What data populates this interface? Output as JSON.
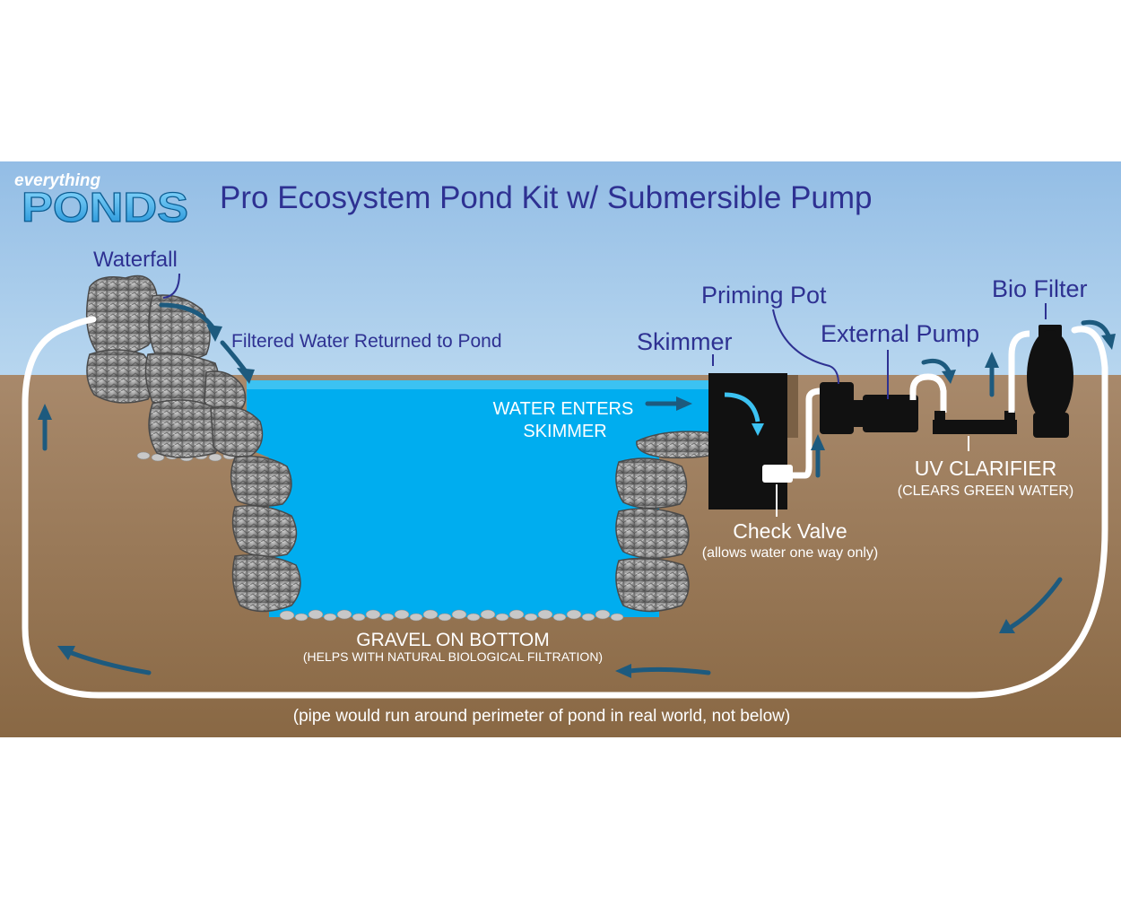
{
  "logo": {
    "top": "everything",
    "main": "PONDS"
  },
  "title": "Pro Ecosystem Pond Kit w/ Submersible Pump",
  "labels": {
    "waterfall": "Waterfall",
    "filtered_return": "Filtered Water Returned to Pond",
    "skimmer": "Skimmer",
    "priming_pot": "Priming Pot",
    "external_pump": "External Pump",
    "bio_filter": "Bio Filter",
    "water_enters_1": "WATER ENTERS",
    "water_enters_2": "SKIMMER",
    "uv_clarifier": "UV CLARIFIER",
    "uv_clarifier_sub": "(CLEARS GREEN WATER)",
    "check_valve": "Check Valve",
    "check_valve_sub": "(allows water one way only)",
    "gravel": "GRAVEL ON BOTTOM",
    "gravel_sub": "(HELPS WITH NATURAL BIOLOGICAL FILTRATION)",
    "pipe_note": "(pipe would run around perimeter of pond in real world, not below)"
  },
  "colors": {
    "sky_top": "#93bde5",
    "sky_bottom": "#b5d4ef",
    "ground_top": "#a8886a",
    "ground_bottom": "#8a6a48",
    "water": "#00aeef",
    "title": "#2e3192",
    "arrow": "#1d5a7e",
    "equipment": "#111111",
    "pipe": "#ffffff"
  }
}
